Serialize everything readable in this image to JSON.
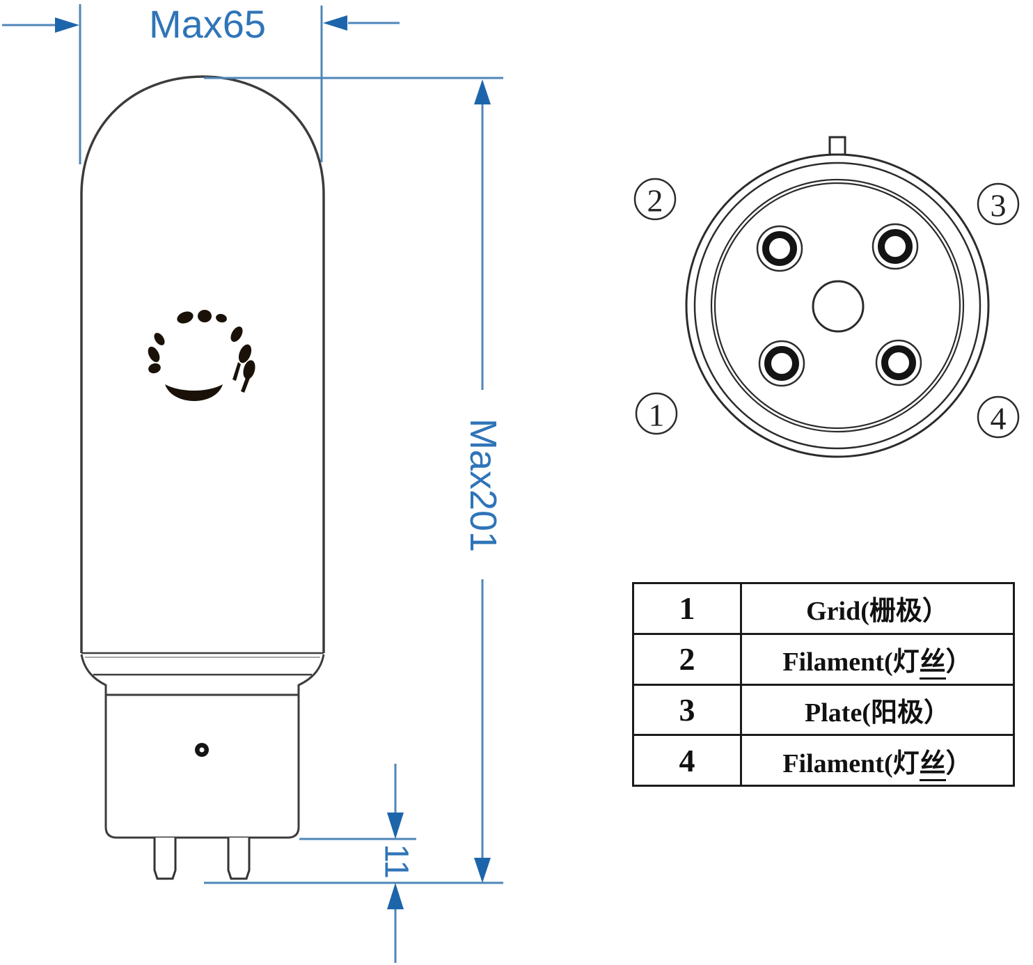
{
  "side_view": {
    "width_dimension": "Max65",
    "height_dimension": "Max201",
    "pin_length_dimension": "11"
  },
  "base_view": {
    "pin_positions": {
      "top_left": "2",
      "top_right": "3",
      "bottom_left": "1",
      "bottom_right": "4"
    }
  },
  "pin_table": {
    "rows": [
      {
        "pin": "1",
        "label": "Grid(栅极",
        "label_underlined": "",
        "label_close": "）"
      },
      {
        "pin": "2",
        "label": "Filament(灯",
        "label_underlined": "丝",
        "label_close": "）"
      },
      {
        "pin": "3",
        "label": "Plate(阳极",
        "label_underlined": "",
        "label_close": "）"
      },
      {
        "pin": "4",
        "label": "Filament(灯",
        "label_underlined": "丝",
        "label_close": "）"
      }
    ]
  },
  "colors": {
    "dimension_text_blue": "#2f74b8",
    "dimension_line_blue": "#4e86b8",
    "arrow_blue": "#1d65ab",
    "drawing_line_dark": "#3c3c3c"
  }
}
